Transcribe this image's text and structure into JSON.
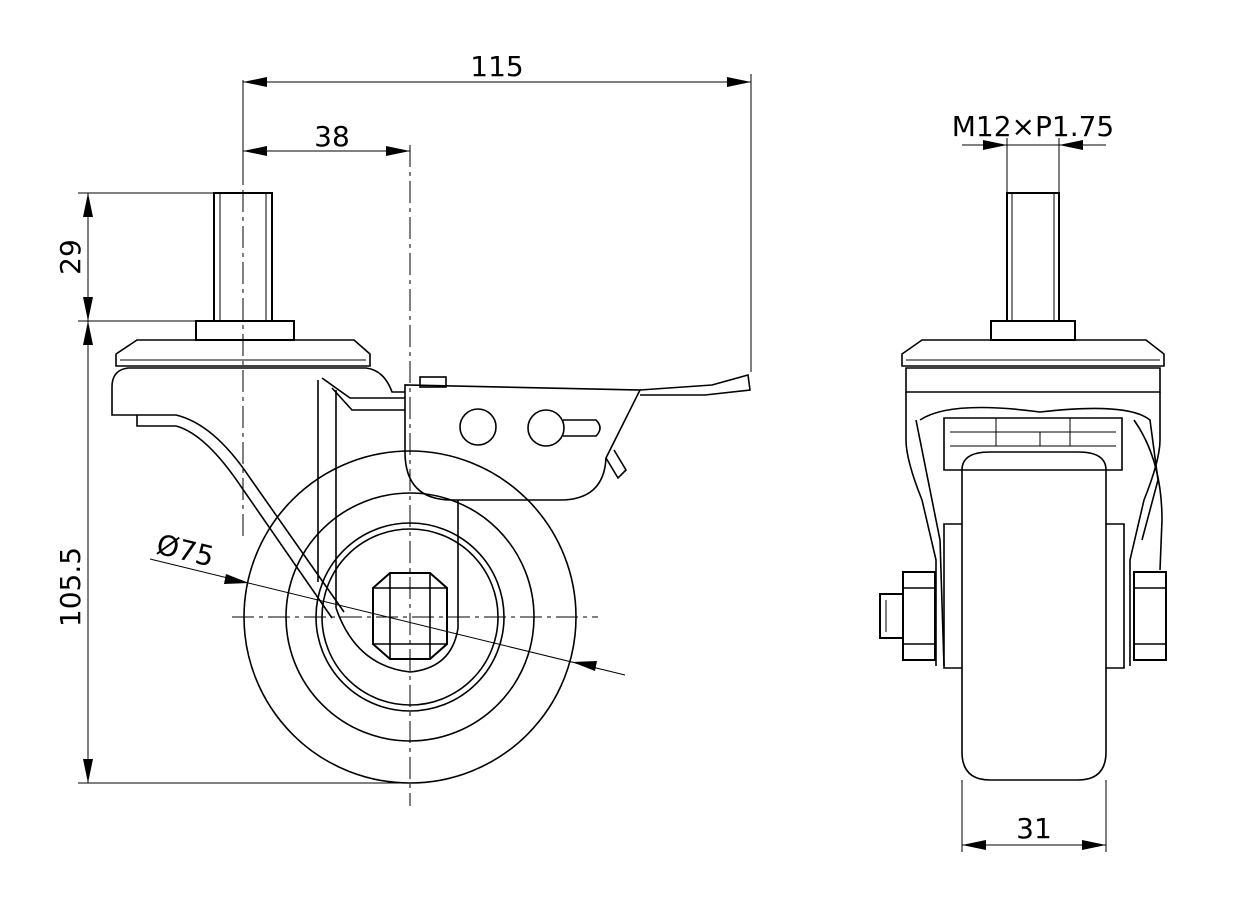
{
  "dimensions": {
    "overall_length": "115",
    "stem_offset": "38",
    "stem_height": "29",
    "total_height": "105.5",
    "wheel_diameter": "Ø75",
    "thread": "M12×P1.75",
    "wheel_width": "31"
  }
}
